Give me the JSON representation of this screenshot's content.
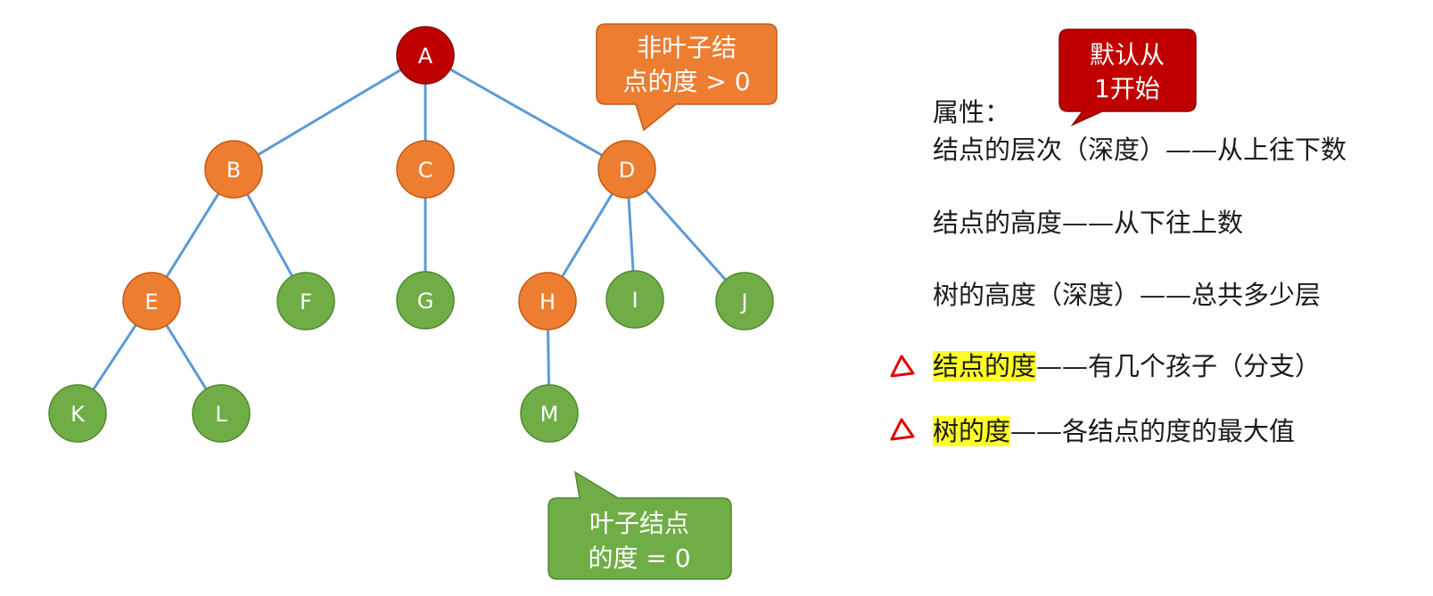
{
  "colors": {
    "root": "#c00000",
    "internal": "#ed7d31",
    "leaf": "#70ad47",
    "edge": "#5b9bd5",
    "callout_red": "#c00000",
    "highlight": "#ffff26",
    "marker": "#e00000"
  },
  "tree": {
    "nodes": [
      {
        "id": "A",
        "kind": "root"
      },
      {
        "id": "B",
        "kind": "internal"
      },
      {
        "id": "C",
        "kind": "internal"
      },
      {
        "id": "D",
        "kind": "internal"
      },
      {
        "id": "E",
        "kind": "internal"
      },
      {
        "id": "F",
        "kind": "leaf"
      },
      {
        "id": "G",
        "kind": "leaf"
      },
      {
        "id": "H",
        "kind": "internal"
      },
      {
        "id": "I",
        "kind": "leaf"
      },
      {
        "id": "J",
        "kind": "leaf"
      },
      {
        "id": "K",
        "kind": "leaf"
      },
      {
        "id": "L",
        "kind": "leaf"
      },
      {
        "id": "M",
        "kind": "leaf"
      }
    ],
    "edges": [
      [
        "A",
        "B"
      ],
      [
        "A",
        "C"
      ],
      [
        "A",
        "D"
      ],
      [
        "B",
        "E"
      ],
      [
        "B",
        "F"
      ],
      [
        "C",
        "G"
      ],
      [
        "D",
        "H"
      ],
      [
        "D",
        "I"
      ],
      [
        "D",
        "J"
      ],
      [
        "E",
        "K"
      ],
      [
        "E",
        "L"
      ],
      [
        "H",
        "M"
      ]
    ]
  },
  "callouts": {
    "non_leaf": {
      "line1": "非叶子结",
      "line2": "点的度 > 0"
    },
    "leaf": {
      "line1": "叶子结点",
      "line2": "的度 = 0"
    },
    "default": {
      "line1": "默认从",
      "line2": "1开始"
    }
  },
  "properties": {
    "heading": "属性：",
    "level": "结点的层次（深度）——从上往下数",
    "node_height": "结点的高度——从下往上数",
    "tree_height": "树的高度（深度）——总共多少层",
    "node_degree_term": "结点的度",
    "node_degree_rest": "——有几个孩子（分支）",
    "tree_degree_term": "树的度",
    "tree_degree_rest": "——各结点的度的最大值"
  },
  "markers": [
    "warning-triangle-icon",
    "warning-triangle-icon"
  ]
}
